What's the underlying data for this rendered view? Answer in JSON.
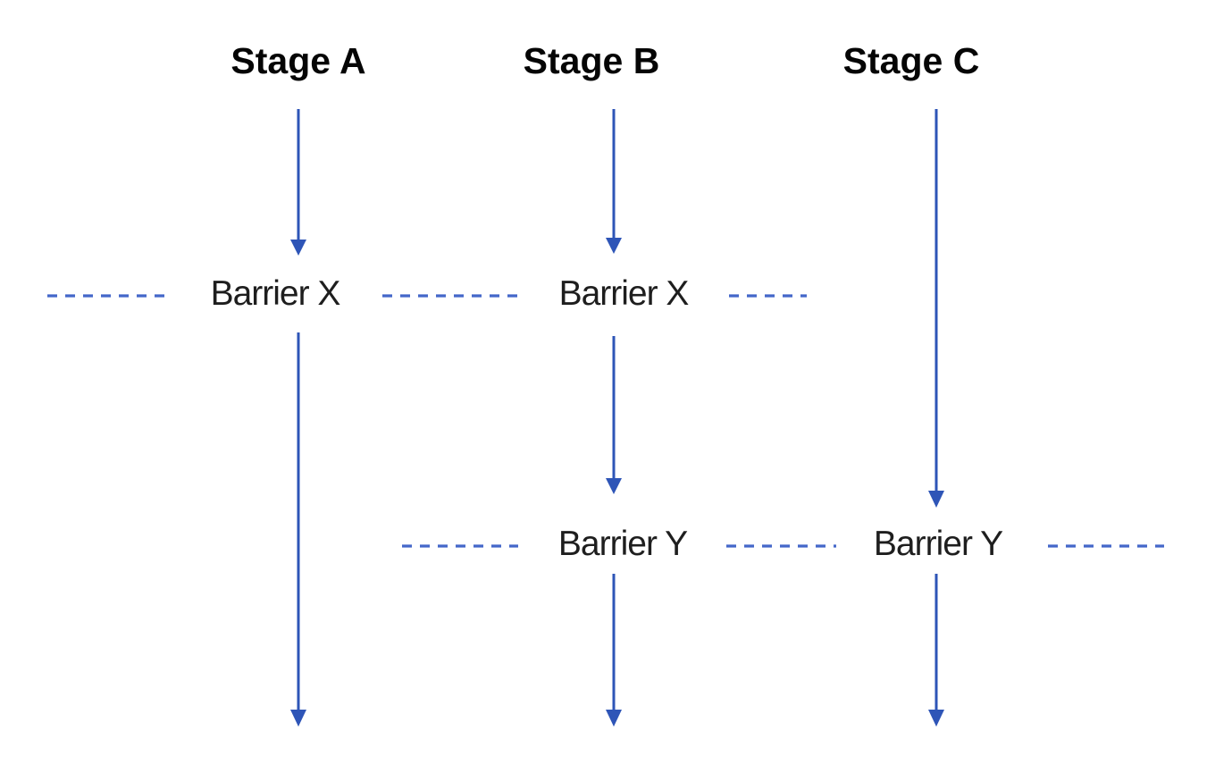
{
  "diagram": {
    "type": "pipeline-barrier-diagram",
    "stages": [
      {
        "label": "Stage A"
      },
      {
        "label": "Stage B"
      },
      {
        "label": "Stage C"
      }
    ],
    "barrier_x": {
      "labels": [
        "Barrier X",
        "Barrier X"
      ],
      "spans_stages": [
        "Stage A",
        "Stage B"
      ]
    },
    "barrier_y": {
      "labels": [
        "Barrier Y",
        "Barrier Y"
      ],
      "spans_stages": [
        "Stage B",
        "Stage C"
      ]
    },
    "colors": {
      "arrow_blue": "#2e55b7",
      "dash_blue": "#4467c9",
      "stage_text": "#050505",
      "barrier_text": "#1e1e1e",
      "background": "#ffffff"
    }
  }
}
